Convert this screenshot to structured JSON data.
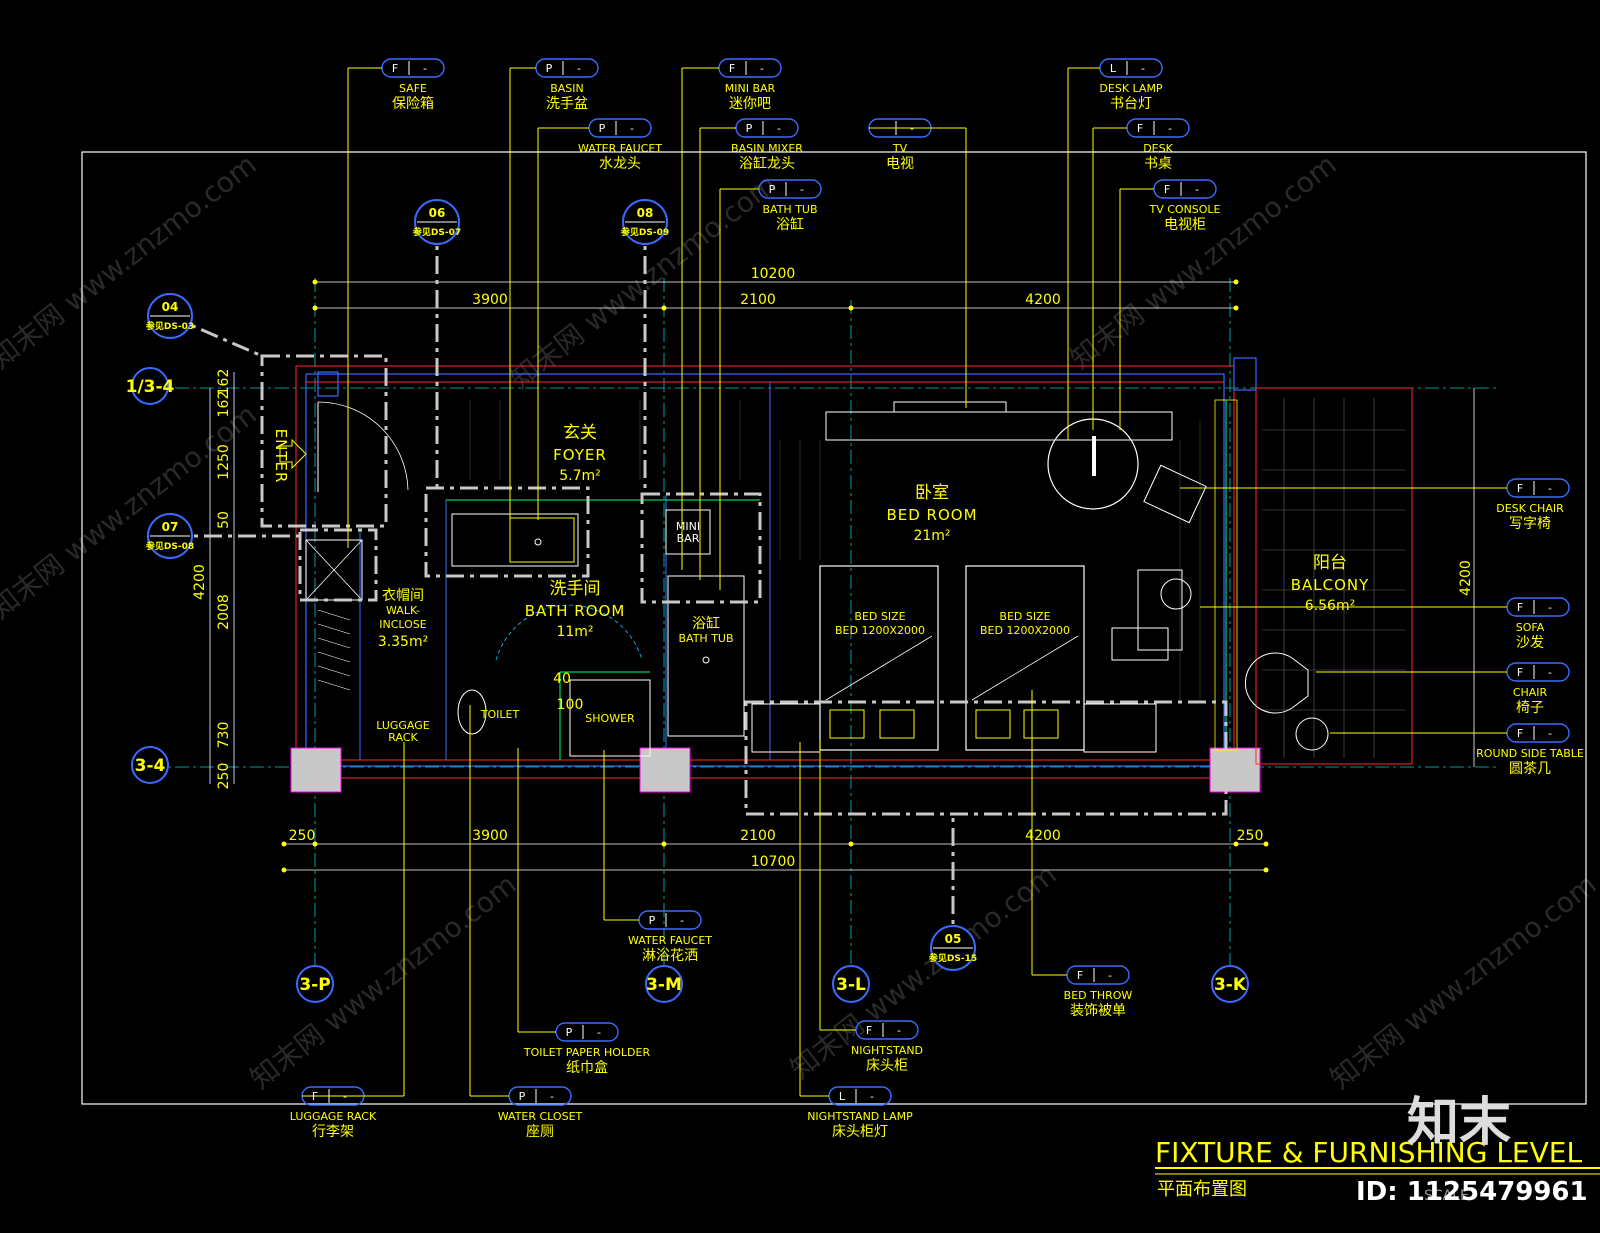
{
  "title": {
    "en": "FIXTURE & FURNISHING LEVEL",
    "cn": "平面布置图",
    "scale": "SCALE",
    "id_label": "ID: 1125479961",
    "logo_text": "知末"
  },
  "watermark": "知末网 www.znzmo.com",
  "entry_label": "ENTER",
  "fixture_tags": [
    {
      "code": "F",
      "en": "SAFE",
      "cn": "保险箱"
    },
    {
      "code": "P",
      "en": "BASIN",
      "cn": "洗手盆"
    },
    {
      "code": "F",
      "en": "MINI BAR",
      "cn": "迷你吧"
    },
    {
      "code": "L",
      "en": "DESK LAMP",
      "cn": "书台灯"
    },
    {
      "code": "P",
      "en": "WATER FAUCET",
      "cn": "水龙头"
    },
    {
      "code": "P",
      "en": "BASIN MIXER",
      "cn": "浴缸龙头"
    },
    {
      "code": "",
      "en": "TV",
      "cn": "电视"
    },
    {
      "code": "F",
      "en": "DESK",
      "cn": "书桌"
    },
    {
      "code": "P",
      "en": "BATH TUB",
      "cn": "浴缸"
    },
    {
      "code": "F",
      "en": "TV CONSOLE",
      "cn": "电视柜"
    },
    {
      "code": "F",
      "en": "DESK CHAIR",
      "cn": "写字椅"
    },
    {
      "code": "F",
      "en": "SOFA",
      "cn": "沙发"
    },
    {
      "code": "F",
      "en": "CHAIR",
      "cn": "椅子"
    },
    {
      "code": "F",
      "en": "ROUND SIDE TABLE",
      "cn": "圆茶几"
    },
    {
      "code": "P",
      "en": "WATER FAUCET",
      "cn": "淋浴花洒"
    },
    {
      "code": "F",
      "en": "BED THROW",
      "cn": "装饰被单"
    },
    {
      "code": "P",
      "en": "TOILET PAPER HOLDER",
      "cn": "纸巾盒"
    },
    {
      "code": "F",
      "en": "NIGHTSTAND",
      "cn": "床头柜"
    },
    {
      "code": "F",
      "en": "LUGGAGE  RACK",
      "cn": "行李架"
    },
    {
      "code": "P",
      "en": "WATER CLOSET",
      "cn": "座厕"
    },
    {
      "code": "L",
      "en": "NIGHTSTAND LAMP",
      "cn": "床头柜灯"
    }
  ],
  "section_markers": [
    {
      "num": "06",
      "ref": "参见DS-07"
    },
    {
      "num": "08",
      "ref": "参见DS-09"
    },
    {
      "num": "04",
      "ref": "参见DS-03"
    },
    {
      "num": "07",
      "ref": "参见DS-08"
    },
    {
      "num": "05",
      "ref": "参见DS-15"
    }
  ],
  "axes": [
    "1/3-4",
    "3-4",
    "3-P",
    "3-M",
    "3-L",
    "3-K"
  ],
  "dimensions": {
    "top_total": "10200",
    "top_segments": [
      "3900",
      "2100",
      "4200"
    ],
    "bottom_segments": [
      "250",
      "3900",
      "2100",
      "4200",
      "250"
    ],
    "bottom_total": "10700",
    "left_segments": [
      "162",
      "162",
      "1250",
      "50",
      "2008",
      "730",
      "250"
    ],
    "left_total": "4200",
    "right_total": "4200",
    "shower_dims": [
      "40",
      "100"
    ]
  },
  "rooms": [
    {
      "cn": "玄关",
      "en": "FOYER",
      "area": "5.7m²"
    },
    {
      "cn": "卧室",
      "en": "BED  ROOM",
      "area": "21m²"
    },
    {
      "cn": "洗手间",
      "en": "BATH  ROOM",
      "area": "11m²"
    },
    {
      "cn": "阳台",
      "en": "BALCONY",
      "area": "6.56m²"
    },
    {
      "cn": "衣帽间",
      "en": "WALK-",
      "en2": "INCLOSE",
      "area": "3.35m²"
    }
  ],
  "labels": {
    "bed_size": "BED SIZE",
    "bed_dims": "BED 1200X2000",
    "mini_bar": "MINI",
    "mini_bar2": "BAR",
    "bath_tub_cn": "浴缸",
    "bath_tub_en": "BATH TUB",
    "toilet": "TOILET",
    "shower": "SHOWER",
    "luggage": "LUGGAGE",
    "rack": "RACK"
  }
}
